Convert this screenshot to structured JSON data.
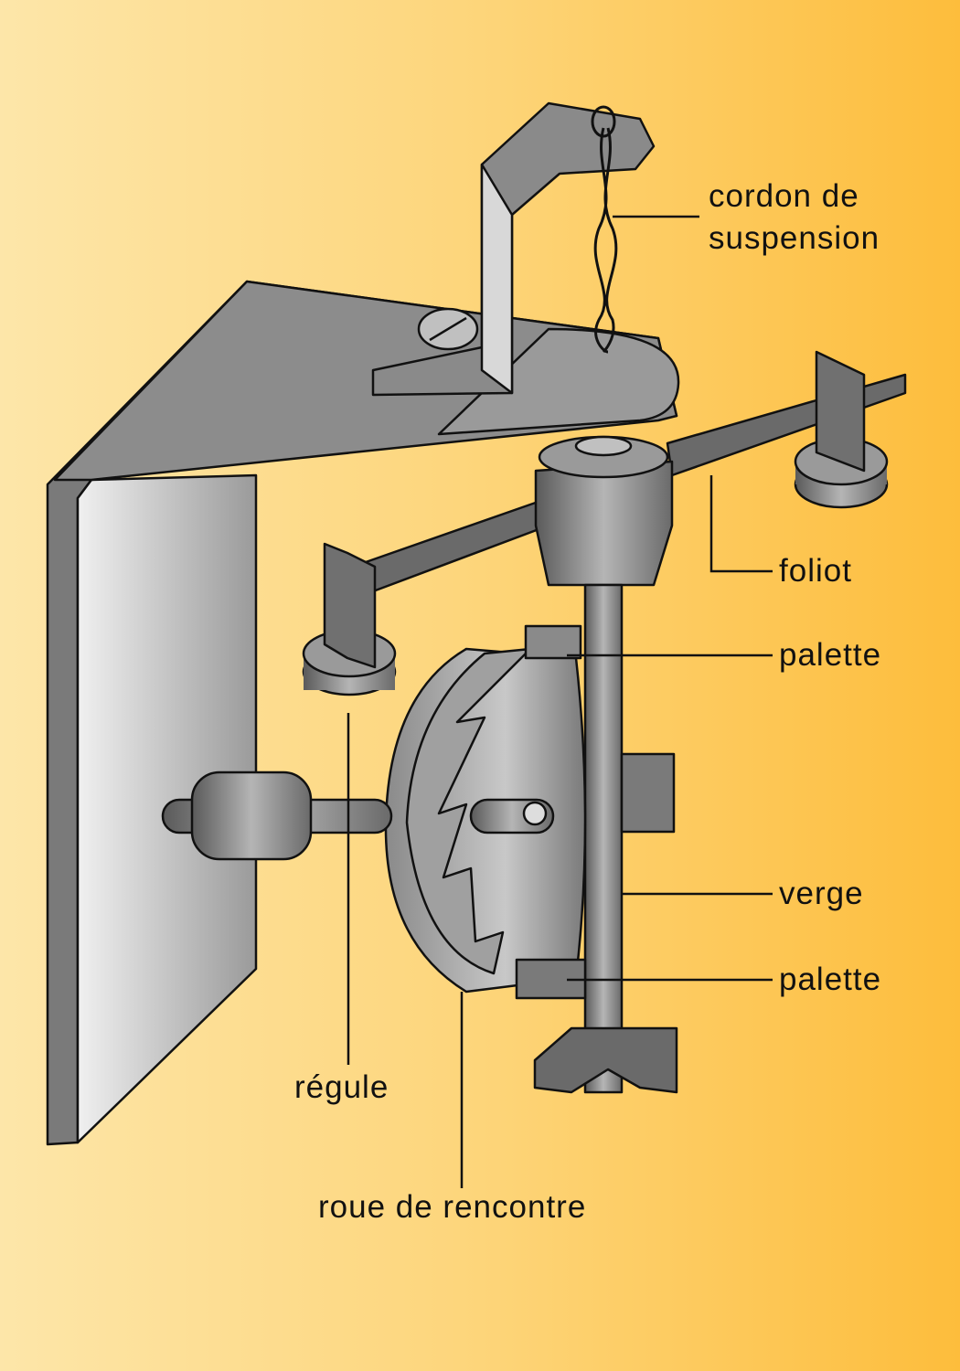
{
  "labels": {
    "cordon_line1": "cordon de",
    "cordon_line2": "suspension",
    "foliot": "foliot",
    "palette_top": "palette",
    "verge": "verge",
    "palette_bottom": "palette",
    "regule": "régule",
    "roue": "roue de rencontre"
  }
}
